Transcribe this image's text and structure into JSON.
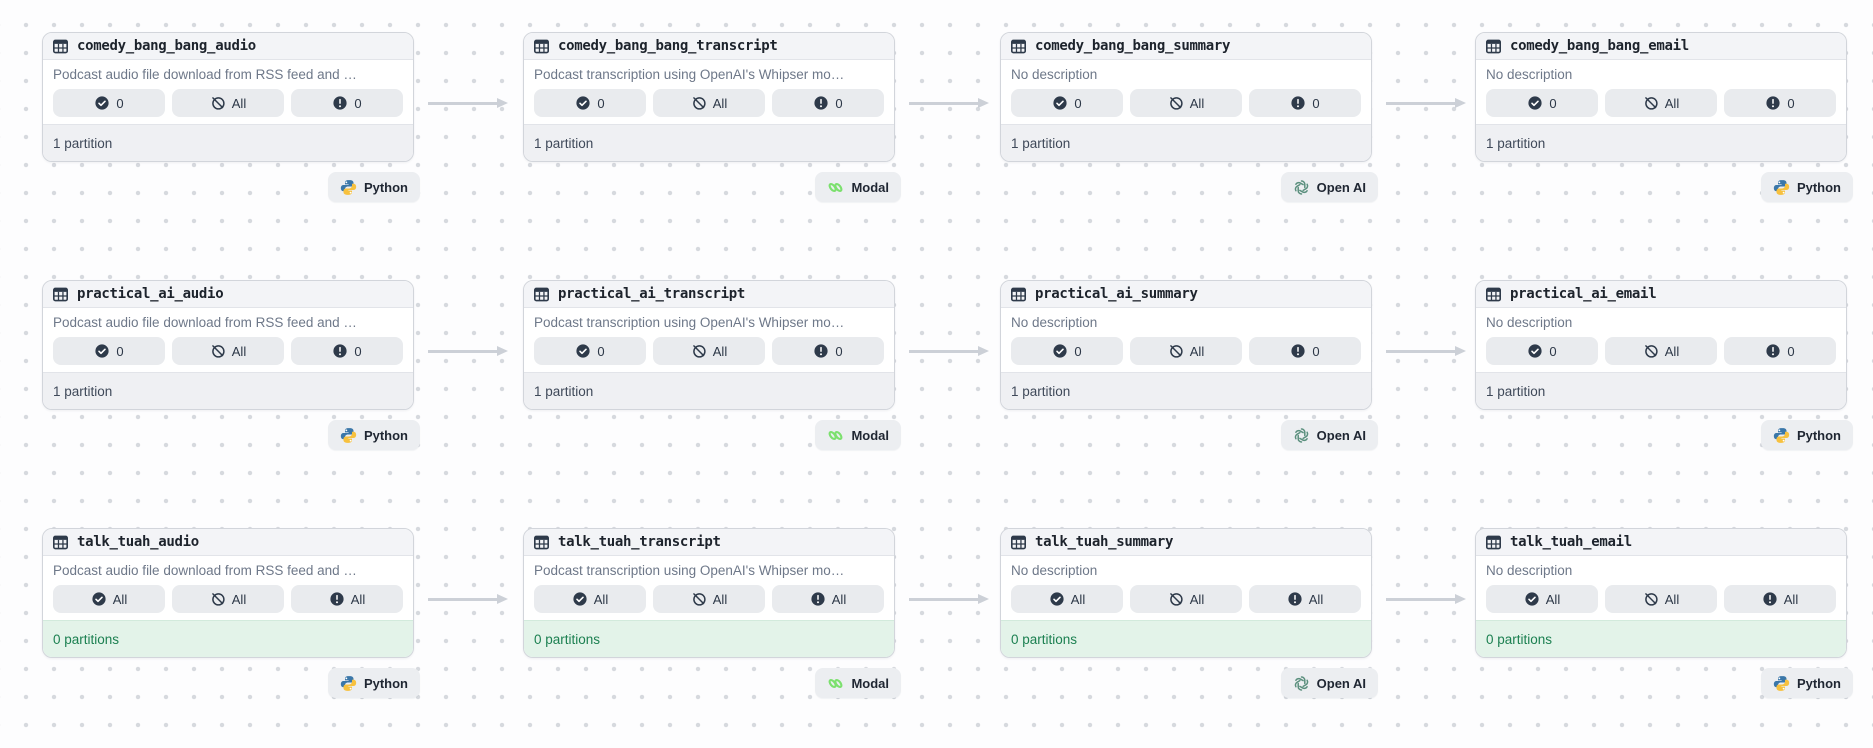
{
  "colors": {
    "icon_dark": "#2e3a4a",
    "python_blue": "#3b77a9",
    "python_yellow": "#f7c13e",
    "modal_green": "#7ce06e",
    "openai_green": "#5a8f7d",
    "partitions_green": "#1c8051",
    "edge": "#ccd0d7"
  },
  "nodes": [
    {
      "title": "comedy_bang_bang_audio",
      "description": "Podcast audio file download from RSS feed and …",
      "badges": [
        {
          "name": "materialized-badge",
          "icon": "check-circle-icon",
          "value": "0"
        },
        {
          "name": "missing-badge",
          "icon": "slash-circle-icon",
          "value": "All"
        },
        {
          "name": "failed-badge",
          "icon": "alert-circle-icon",
          "value": "0"
        }
      ],
      "partitions": {
        "label": "1 partition",
        "state": "default"
      },
      "tag": {
        "name": "kind-tag-python",
        "icon": "python-icon",
        "label": "Python"
      }
    },
    {
      "title": "comedy_bang_bang_transcript",
      "description": "Podcast transcription using OpenAI's Whipser mo…",
      "badges": [
        {
          "name": "materialized-badge",
          "icon": "check-circle-icon",
          "value": "0"
        },
        {
          "name": "missing-badge",
          "icon": "slash-circle-icon",
          "value": "All"
        },
        {
          "name": "failed-badge",
          "icon": "alert-circle-icon",
          "value": "0"
        }
      ],
      "partitions": {
        "label": "1 partition",
        "state": "default"
      },
      "tag": {
        "name": "kind-tag-modal",
        "icon": "modal-icon",
        "label": "Modal"
      }
    },
    {
      "title": "comedy_bang_bang_summary",
      "description": "No description",
      "badges": [
        {
          "name": "materialized-badge",
          "icon": "check-circle-icon",
          "value": "0"
        },
        {
          "name": "missing-badge",
          "icon": "slash-circle-icon",
          "value": "All"
        },
        {
          "name": "failed-badge",
          "icon": "alert-circle-icon",
          "value": "0"
        }
      ],
      "partitions": {
        "label": "1 partition",
        "state": "default"
      },
      "tag": {
        "name": "kind-tag-openai",
        "icon": "openai-icon",
        "label": "Open AI"
      }
    },
    {
      "title": "comedy_bang_bang_email",
      "description": "No description",
      "badges": [
        {
          "name": "materialized-badge",
          "icon": "check-circle-icon",
          "value": "0"
        },
        {
          "name": "missing-badge",
          "icon": "slash-circle-icon",
          "value": "All"
        },
        {
          "name": "failed-badge",
          "icon": "alert-circle-icon",
          "value": "0"
        }
      ],
      "partitions": {
        "label": "1 partition",
        "state": "default"
      },
      "tag": {
        "name": "kind-tag-python",
        "icon": "python-icon",
        "label": "Python"
      }
    },
    {
      "title": "practical_ai_audio",
      "description": "Podcast audio file download from RSS feed and …",
      "badges": [
        {
          "name": "materialized-badge",
          "icon": "check-circle-icon",
          "value": "0"
        },
        {
          "name": "missing-badge",
          "icon": "slash-circle-icon",
          "value": "All"
        },
        {
          "name": "failed-badge",
          "icon": "alert-circle-icon",
          "value": "0"
        }
      ],
      "partitions": {
        "label": "1 partition",
        "state": "default"
      },
      "tag": {
        "name": "kind-tag-python",
        "icon": "python-icon",
        "label": "Python"
      }
    },
    {
      "title": "practical_ai_transcript",
      "description": "Podcast transcription using OpenAI's Whipser mo…",
      "badges": [
        {
          "name": "materialized-badge",
          "icon": "check-circle-icon",
          "value": "0"
        },
        {
          "name": "missing-badge",
          "icon": "slash-circle-icon",
          "value": "All"
        },
        {
          "name": "failed-badge",
          "icon": "alert-circle-icon",
          "value": "0"
        }
      ],
      "partitions": {
        "label": "1 partition",
        "state": "default"
      },
      "tag": {
        "name": "kind-tag-modal",
        "icon": "modal-icon",
        "label": "Modal"
      }
    },
    {
      "title": "practical_ai_summary",
      "description": "No description",
      "badges": [
        {
          "name": "materialized-badge",
          "icon": "check-circle-icon",
          "value": "0"
        },
        {
          "name": "missing-badge",
          "icon": "slash-circle-icon",
          "value": "All"
        },
        {
          "name": "failed-badge",
          "icon": "alert-circle-icon",
          "value": "0"
        }
      ],
      "partitions": {
        "label": "1 partition",
        "state": "default"
      },
      "tag": {
        "name": "kind-tag-openai",
        "icon": "openai-icon",
        "label": "Open AI"
      }
    },
    {
      "title": "practical_ai_email",
      "description": "No description",
      "badges": [
        {
          "name": "materialized-badge",
          "icon": "check-circle-icon",
          "value": "0"
        },
        {
          "name": "missing-badge",
          "icon": "slash-circle-icon",
          "value": "All"
        },
        {
          "name": "failed-badge",
          "icon": "alert-circle-icon",
          "value": "0"
        }
      ],
      "partitions": {
        "label": "1 partition",
        "state": "default"
      },
      "tag": {
        "name": "kind-tag-python",
        "icon": "python-icon",
        "label": "Python"
      }
    },
    {
      "title": "talk_tuah_audio",
      "description": "Podcast audio file download from RSS feed and …",
      "badges": [
        {
          "name": "materialized-badge",
          "icon": "check-circle-icon",
          "value": "All"
        },
        {
          "name": "missing-badge",
          "icon": "slash-circle-icon",
          "value": "All"
        },
        {
          "name": "failed-badge",
          "icon": "alert-circle-icon",
          "value": "All"
        }
      ],
      "partitions": {
        "label": "0 partitions",
        "state": "empty"
      },
      "tag": {
        "name": "kind-tag-python",
        "icon": "python-icon",
        "label": "Python"
      }
    },
    {
      "title": "talk_tuah_transcript",
      "description": "Podcast transcription using OpenAI's Whipser mo…",
      "badges": [
        {
          "name": "materialized-badge",
          "icon": "check-circle-icon",
          "value": "All"
        },
        {
          "name": "missing-badge",
          "icon": "slash-circle-icon",
          "value": "All"
        },
        {
          "name": "failed-badge",
          "icon": "alert-circle-icon",
          "value": "All"
        }
      ],
      "partitions": {
        "label": "0 partitions",
        "state": "empty"
      },
      "tag": {
        "name": "kind-tag-modal",
        "icon": "modal-icon",
        "label": "Modal"
      }
    },
    {
      "title": "talk_tuah_summary",
      "description": "No description",
      "badges": [
        {
          "name": "materialized-badge",
          "icon": "check-circle-icon",
          "value": "All"
        },
        {
          "name": "missing-badge",
          "icon": "slash-circle-icon",
          "value": "All"
        },
        {
          "name": "failed-badge",
          "icon": "alert-circle-icon",
          "value": "All"
        }
      ],
      "partitions": {
        "label": "0 partitions",
        "state": "empty"
      },
      "tag": {
        "name": "kind-tag-openai",
        "icon": "openai-icon",
        "label": "Open AI"
      }
    },
    {
      "title": "talk_tuah_email",
      "description": "No description",
      "badges": [
        {
          "name": "materialized-badge",
          "icon": "check-circle-icon",
          "value": "All"
        },
        {
          "name": "missing-badge",
          "icon": "slash-circle-icon",
          "value": "All"
        },
        {
          "name": "failed-badge",
          "icon": "alert-circle-icon",
          "value": "All"
        }
      ],
      "partitions": {
        "label": "0 partitions",
        "state": "empty"
      },
      "tag": {
        "name": "kind-tag-python",
        "icon": "python-icon",
        "label": "Python"
      }
    }
  ]
}
